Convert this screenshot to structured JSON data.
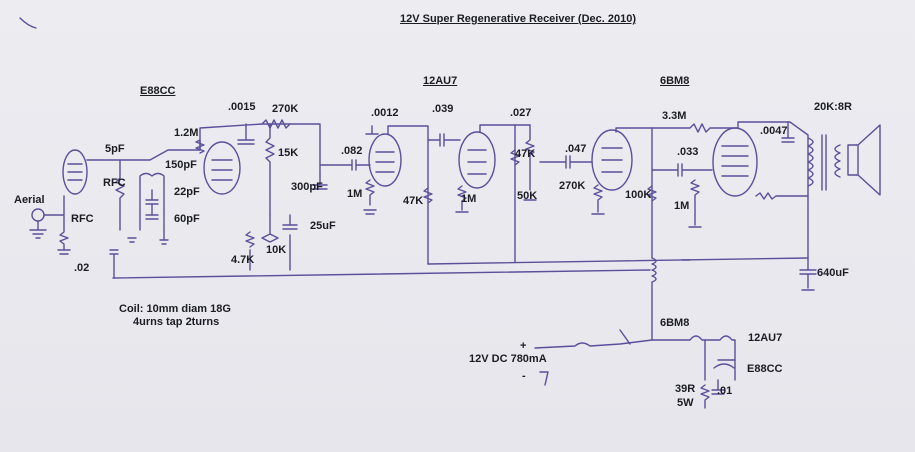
{
  "title": "12V Super Regenerative Receiver (Dec. 2010)",
  "tubes": {
    "t1": "E88CC",
    "t2": "12AU7",
    "t3": "6BM8"
  },
  "components": {
    "c_0015": ".0015",
    "r_270k_top": "270K",
    "r_1_2m": "1.2M",
    "c_5pf": "5pF",
    "c_150pf": "150pF",
    "rfc_1": "RFC",
    "c_22pf": "22pF",
    "c_60pf": "60pF",
    "rfc_2": "RFC",
    "aerial": "Aerial",
    "c_02": ".02",
    "r_15k": "15K",
    "c_300pf": "300pF",
    "c_25uf": "25uF",
    "r_4_7k": "4.7K",
    "pot_10k": "10K",
    "c_0012": ".0012",
    "c_039": ".039",
    "c_082": ".082",
    "r_1m_a": "1M",
    "r_47k_a": "47K",
    "r_1m_b": "1M",
    "c_027": ".027",
    "r_47k_b": "47K",
    "r_50k": "50K",
    "c_047": ".047",
    "r_270k_b": "270K",
    "r_100k": "100K",
    "r_3_3m": "3.3M",
    "c_033": ".033",
    "r_1m_c": "1M",
    "c_0047": ".0047",
    "xfmr": "20K:8R",
    "c_640uf": "640uF"
  },
  "notes": {
    "coil_line1": "Coil: 10mm diam 18G",
    "coil_line2": "4urns tap 2turns"
  },
  "power": {
    "plus": "+",
    "minus": "-",
    "supply": "12V DC 780mA",
    "heater_6bm8": "6BM8",
    "heater_12au7": "12AU7",
    "heater_e88cc": "E88CC",
    "r_39r": "39R",
    "r_5w": "5W",
    "c_01": ".01"
  },
  "colors": {
    "ink": "#5a4f9a",
    "paper": "#e9e9ee",
    "text": "#1c1c24"
  }
}
